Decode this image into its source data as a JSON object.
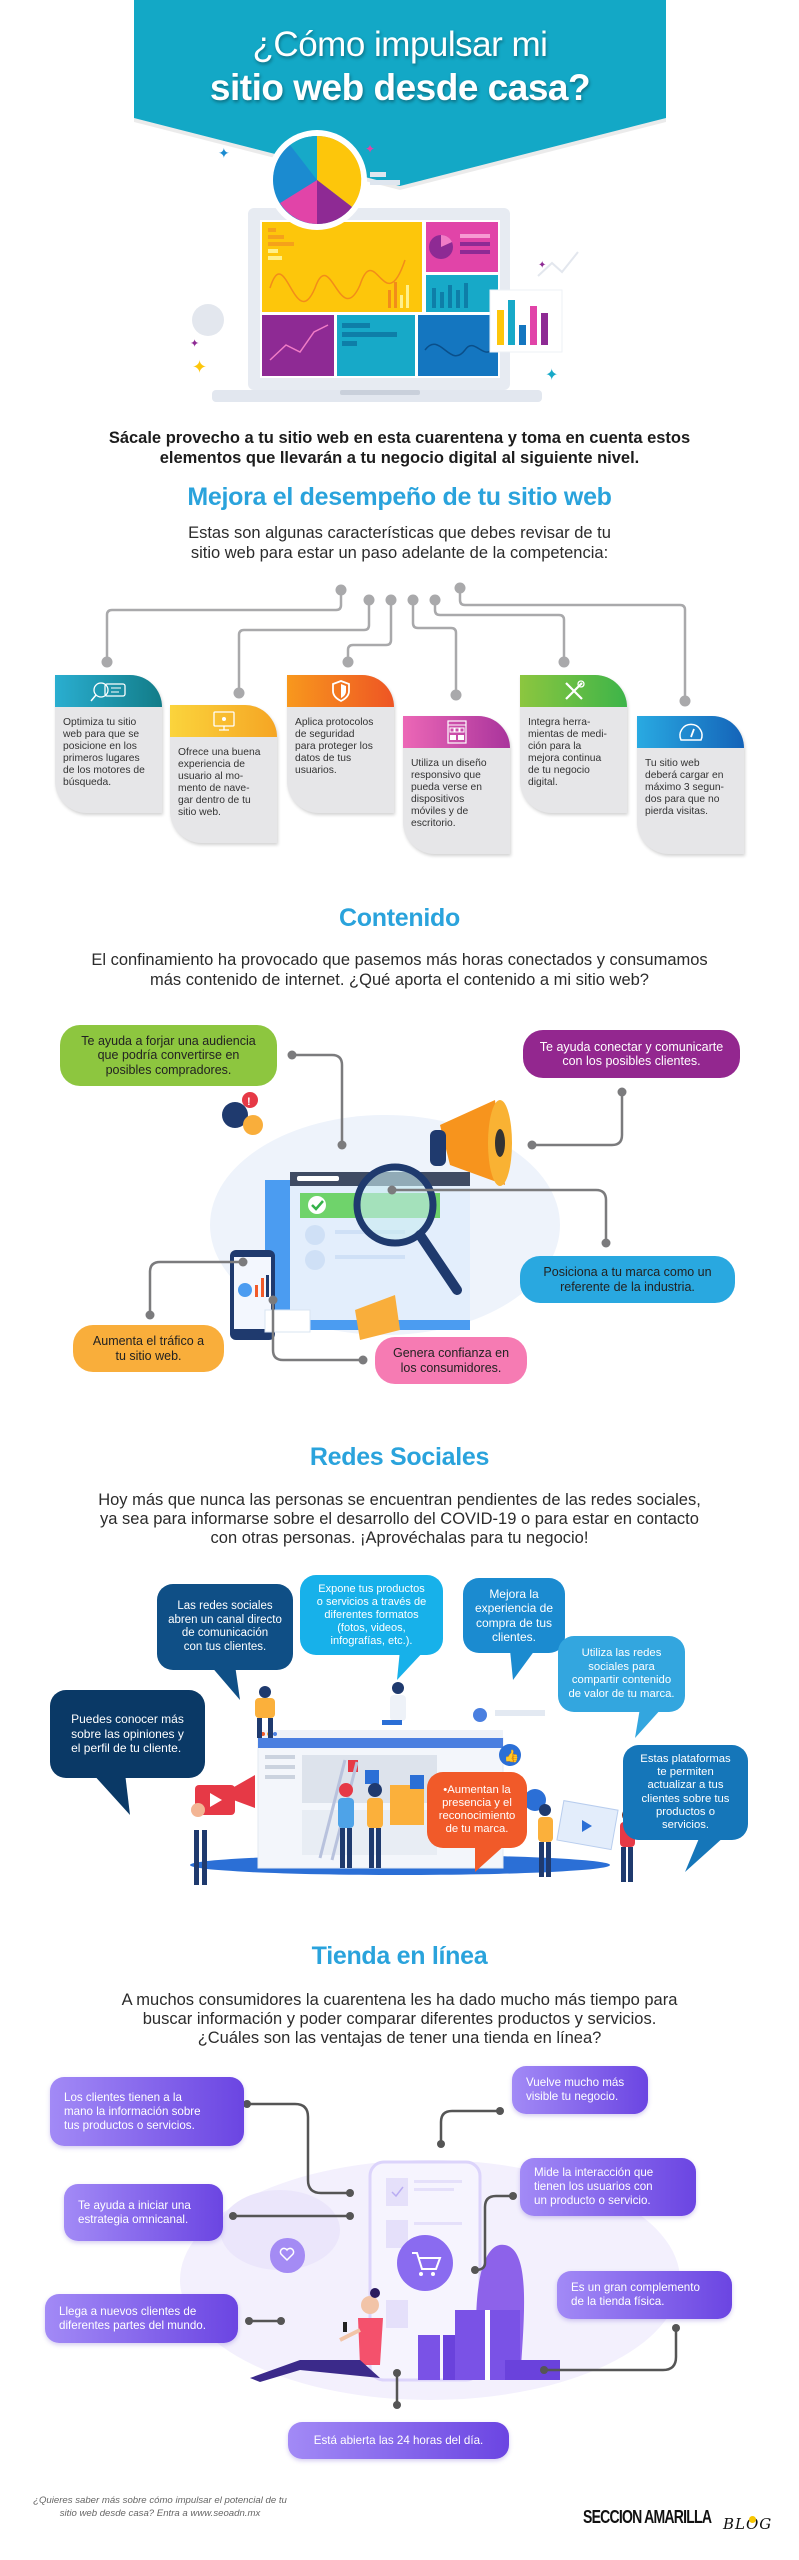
{
  "header": {
    "title_line1": "¿Cómo impulsar mi",
    "title_line2": "sitio web desde casa?",
    "banner_color": "#13a8c6"
  },
  "intro": {
    "line1": "Sácale provecho a tu sitio web en esta cuarentena y toma en cuenta estos",
    "line2": "elementos que llevarán a tu negocio digital al siguiente nivel."
  },
  "performance": {
    "heading": "Mejora el desempeño de tu sitio web",
    "subtitle_line1": "Estas son algunas características que debes revisar de tu",
    "subtitle_line2": "sitio web para estar un paso adelante de la competencia:",
    "cards": [
      {
        "icon": "seo-search-icon",
        "color": "#1e9bb8",
        "lines": [
          "Optimiza tu sitio",
          "web para que se",
          "posicione en los",
          "primeros lugares",
          "de los motores de",
          "búsqueda."
        ]
      },
      {
        "icon": "monitor-icon",
        "color": "#f8c630",
        "lines": [
          "Ofrece una buena",
          "experiencia de",
          "usuario al mo-",
          "mento de nave-",
          "gar dentro de tu",
          "sitio web."
        ]
      },
      {
        "icon": "shield-icon",
        "color": "#f4761f",
        "lines": [
          "Aplica protocolos",
          "de seguridad",
          "para proteger los",
          "datos de tus",
          "usuarios."
        ]
      },
      {
        "icon": "responsive-layout-icon",
        "color": "#d04aa8",
        "lines": [
          "Utiliza un diseño",
          "responsivo que",
          "pueda verse en",
          "dispositivos",
          "móviles y de",
          "escritorio."
        ]
      },
      {
        "icon": "tools-icon",
        "color": "#5cbb45",
        "lines": [
          "Integra herra-",
          "mientas de medi-",
          "ción para la",
          "mejora continua",
          "de tu negocio",
          "digital."
        ]
      },
      {
        "icon": "speedometer-icon",
        "color": "#1f82d0",
        "lines": [
          "Tu sitio web",
          "deberá cargar en",
          "máximo 3 segun-",
          "dos para que no",
          "pierda visitas."
        ]
      }
    ]
  },
  "content": {
    "heading": "Contenido",
    "para_line1": "El confinamiento ha provocado que pasemos más horas conectados y consumamos",
    "para_line2": "más contenido de internet. ¿Qué aporta el contenido a mi sitio web?",
    "bubbles": [
      {
        "color": "#8dc63f",
        "lines": [
          "Te ayuda a forjar una audiencia",
          "que podría convertirse en",
          "posibles compradores."
        ]
      },
      {
        "color": "#93278f",
        "lines": [
          "Te ayuda conectar y comunicarte",
          "con los posibles clientes."
        ]
      },
      {
        "color": "#29a8e0",
        "lines": [
          "Posiciona a tu marca como un",
          "referente de la industria."
        ]
      },
      {
        "color": "#f9ae3b",
        "lines": [
          "Aumenta el tráfico a",
          "tu sitio web."
        ]
      },
      {
        "color": "#f67bb3",
        "lines": [
          "Genera confianza en",
          "los consumidores."
        ]
      }
    ]
  },
  "social": {
    "heading": "Redes Sociales",
    "para_line1": "Hoy más que nunca las personas se encuentran pendientes de las redes sociales,",
    "para_line2": "ya sea para informarse sobre el desarrollo del COVID-19 o para estar en contacto",
    "para_line3": "con otras personas. ¡Aprovéchalas para tu negocio!",
    "bubbles": [
      {
        "color": "#0f4f86",
        "lines": [
          "Las redes sociales",
          "abren un canal directo",
          "de comunicación",
          "con tus clientes."
        ]
      },
      {
        "color": "#17b1ea",
        "lines": [
          "Expone tus productos",
          "o servicios a través de",
          "diferentes formatos",
          "(fotos, videos,",
          "infografías, etc.)."
        ]
      },
      {
        "color": "#1b8bd0",
        "lines": [
          "Mejora la",
          "experiencia de",
          "compra de tus",
          "clientes."
        ]
      },
      {
        "color": "#33a6df",
        "lines": [
          "Utiliza las redes",
          "sociales para",
          "compartir contenido",
          "de valor de tu marca."
        ]
      },
      {
        "color": "#0a3966",
        "lines": [
          "Puedes conocer más",
          "sobre las opiniones y",
          "el perfil de tu cliente."
        ]
      },
      {
        "color": "#f15a29",
        "lines": [
          "•Aumentan la",
          "presencia y el",
          "reconocimiento",
          "de tu marca."
        ]
      },
      {
        "color": "#1576b9",
        "lines": [
          "Estas plataformas",
          "te permiten",
          "actualizar a tus",
          "clientes sobre tus",
          "productos o",
          "servicios."
        ]
      }
    ]
  },
  "store": {
    "heading": "Tienda en línea",
    "para_line1": "A muchos consumidores la cuarentena les ha dado mucho más tiempo para",
    "para_line2": "buscar información y poder comparar diferentes productos y servicios.",
    "para_line3": "¿Cuáles son las ventajas de tener una tienda en línea?",
    "bubbles": [
      {
        "lines": [
          "Los clientes tienen a la",
          "mano la información sobre",
          "tus productos o servicios."
        ]
      },
      {
        "lines": [
          "Te ayuda a iniciar una",
          "estrategia omnicanal."
        ]
      },
      {
        "lines": [
          "Llega a nuevos clientes de",
          "diferentes partes del mundo."
        ]
      },
      {
        "lines": [
          "Vuelve mucho más",
          "visible tu negocio."
        ]
      },
      {
        "lines": [
          "Mide la interacción que",
          "tienen los usuarios con",
          "un producto o servicio."
        ]
      },
      {
        "lines": [
          "Es un gran complemento",
          "de la tienda física."
        ]
      },
      {
        "lines": [
          "Está abierta las 24 horas del día."
        ]
      }
    ],
    "accent": "#7b57e8"
  },
  "footer": {
    "note_line1": "¿Quieres saber más sobre cómo impulsar el potencial de tu",
    "note_line2": "sitio web desde casa? Entra a www.seoadn.mx",
    "logo_text": "SECCION AMARILLA",
    "logo_blog": "BLOG"
  }
}
